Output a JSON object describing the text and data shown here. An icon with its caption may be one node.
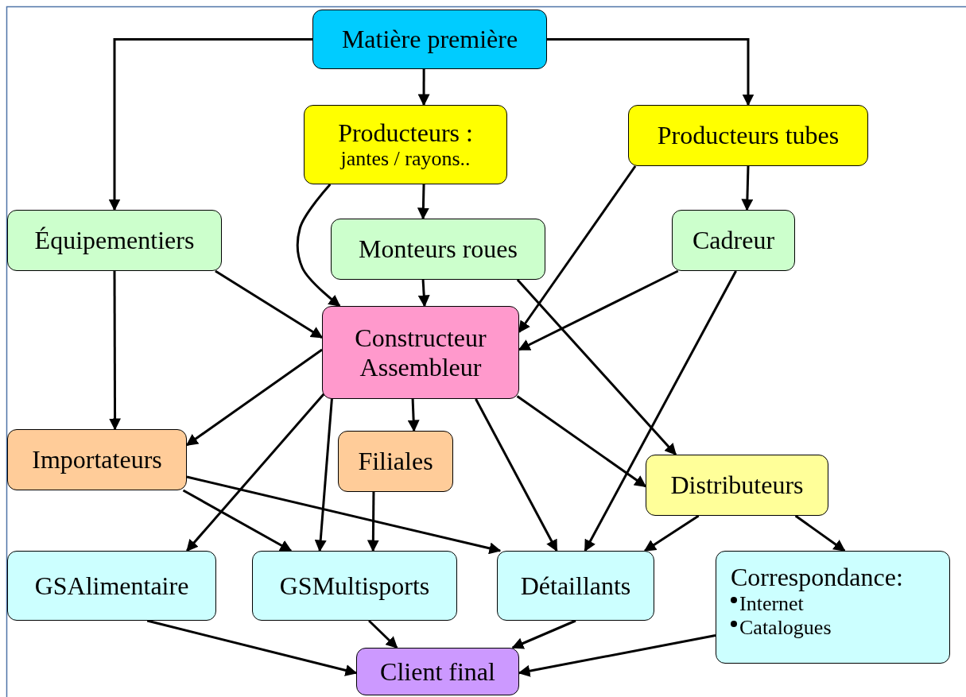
{
  "diagram": {
    "nodes": [
      {
        "text": [
          "Matière première"
        ]
      },
      {
        "text": [
          "Producteurs :",
          "jantes / rayons.."
        ]
      },
      {
        "text": [
          "Producteurs tubes"
        ]
      },
      {
        "text": [
          "Équipementiers"
        ]
      },
      {
        "text": [
          "Monteurs roues"
        ]
      },
      {
        "text": [
          "Cadreur"
        ]
      },
      {
        "text": [
          "Constructeur Assembleur"
        ]
      },
      {
        "text": [
          "Importateurs"
        ]
      },
      {
        "text": [
          "Filiales"
        ]
      },
      {
        "text": [
          "Distributeurs"
        ]
      },
      {
        "text": [
          "GSAlimentaire"
        ]
      },
      {
        "text": [
          "GSMultisports"
        ]
      },
      {
        "text": [
          "Détaillants"
        ]
      },
      {
        "text": [
          "Correspondance:",
          "Internet",
          "Catalogues"
        ]
      },
      {
        "text": [
          "Client final"
        ]
      }
    ],
    "edges": [
      {
        "from": 0,
        "to": 3,
        "arrow": "to"
      },
      {
        "from": 0,
        "to": 1,
        "arrow": "to"
      },
      {
        "from": 0,
        "to": 2,
        "arrow": "to"
      },
      {
        "from": 1,
        "to": 6,
        "arrow": "to"
      },
      {
        "from": 1,
        "to": 4,
        "arrow": "to"
      },
      {
        "from": 2,
        "to": 6,
        "arrow": "to"
      },
      {
        "from": 2,
        "to": 5,
        "arrow": "to"
      },
      {
        "from": 3,
        "to": 6,
        "arrow": "to"
      },
      {
        "from": 3,
        "to": 7,
        "arrow": "to"
      },
      {
        "from": 4,
        "to": 6,
        "arrow": "to"
      },
      {
        "from": 4,
        "to": 9,
        "arrow": "to"
      },
      {
        "from": 5,
        "to": 6,
        "arrow": "to"
      },
      {
        "from": 5,
        "to": 12,
        "arrow": "to"
      },
      {
        "from": 6,
        "to": 7,
        "arrow": "to"
      },
      {
        "from": 6,
        "to": 10,
        "arrow": "to"
      },
      {
        "from": 6,
        "to": 11,
        "arrow": "to"
      },
      {
        "from": 6,
        "to": 8,
        "arrow": "to"
      },
      {
        "from": 6,
        "to": 12,
        "arrow": "to"
      },
      {
        "from": 6,
        "to": 9,
        "arrow": "to"
      },
      {
        "from": 7,
        "to": 11,
        "arrow": "to"
      },
      {
        "from": 7,
        "to": 12,
        "arrow": "to"
      },
      {
        "from": 8,
        "to": 11,
        "arrow": "to"
      },
      {
        "from": 9,
        "to": 12,
        "arrow": "to"
      },
      {
        "from": 9,
        "to": 13,
        "arrow": "to"
      },
      {
        "from": 10,
        "to": 14,
        "arrow": "to"
      },
      {
        "from": 11,
        "to": 14,
        "arrow": "to"
      },
      {
        "from": 12,
        "to": 14,
        "arrow": "to"
      },
      {
        "from": 13,
        "to": 14,
        "arrow": "to"
      }
    ]
  }
}
